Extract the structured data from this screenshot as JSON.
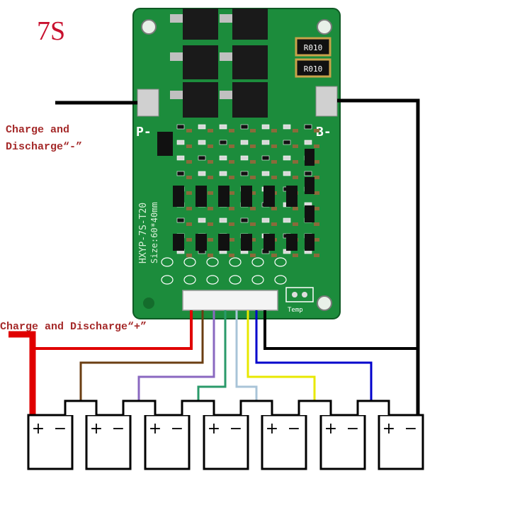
{
  "title": "7S",
  "labels": {
    "negative_line1": "Charge and",
    "negative_line2": "Discharge“-”",
    "positive": "Charge and Discharge“+”"
  },
  "board": {
    "p_minus": "P-",
    "b_minus": "B-",
    "model": "HXYP-7S-T20",
    "size": "Size:60*40mm",
    "temp": "Temp",
    "resistor": "R010"
  },
  "cells": {
    "count": 7,
    "plus_sign": "+",
    "minus_sign": "−"
  },
  "balance_wire_colors": [
    "#e00000",
    "#6b3e12",
    "#8a68c0",
    "#2a9a6a",
    "#a9c4d8",
    "#e8e800",
    "#0000cc",
    "#000000"
  ],
  "colors": {
    "pcb": "#1c8c3c",
    "pcb_dark": "#146c2c",
    "label": "#a52a2a",
    "title": "#c8102e"
  }
}
